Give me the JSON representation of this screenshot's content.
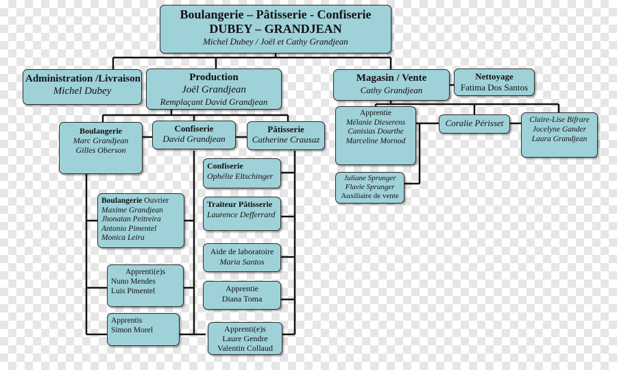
{
  "top": {
    "title": "Boulangerie – Pâtisserie - Confiserie",
    "subtitle": "DUBEY – GRANDJEAN",
    "owners": "Michel Dubey / Joël et Cathy Grandjean"
  },
  "admin": {
    "title": "Administration /Livraison",
    "name": "Michel Dubey"
  },
  "production": {
    "title": "Production",
    "name": "Joël Grandjean",
    "replacement": "Remplaçant David Grandjean"
  },
  "magasin": {
    "title": "Magasin / Vente",
    "name": "Cathy Grandjean"
  },
  "nettoyage": {
    "title": "Nettoyage",
    "name": "Fatima Dos Santos"
  },
  "boulangerie": {
    "title": "Boulangerie",
    "names": [
      "Marc Grandjean",
      "Gilles Oberson"
    ]
  },
  "confiserie_top": {
    "title": "Confiserie",
    "name": "David Grandjean"
  },
  "patisserie": {
    "title": "Pâtisserie",
    "name": "Catherine Crausaz"
  },
  "apprentie_vente": {
    "title": "Apprentie",
    "names": [
      "Mélanie Dieserens",
      "Canisias Dourthe",
      "Marceline Mornod"
    ]
  },
  "coralie": {
    "name": "Coralie Périsset"
  },
  "claire": {
    "names": [
      "Claire-Lise Bifrare",
      "Jocelyne Gander",
      "Laura Grandjean"
    ]
  },
  "auxiliaire": {
    "names": [
      "Juliane Sprunger",
      "Flavie Sprunger"
    ],
    "role": "Auxiliaire de vente"
  },
  "boul_ouvrier": {
    "title": "Boulangerie",
    "title_rest": " Ouvrier",
    "names": [
      "Maxime Grandjean",
      "Jhonatan Peitreira",
      "Antonio Pimentel",
      "Monica Leira"
    ]
  },
  "apprentis_boul": {
    "title": "Apprenti(e)s",
    "names": [
      "Nuno Mendes",
      "Luis Pimentel"
    ]
  },
  "apprentis_simon": {
    "title": "Apprentis",
    "name": "Simon Morel"
  },
  "confiserie_sub": {
    "title": "Confiserie",
    "name": "Ophélie Eltschinger"
  },
  "traiteur": {
    "title": "Traiteur Pâtisserie",
    "name": "Laurence Defferrard"
  },
  "aide_labo": {
    "title": "Aide de laboratoire",
    "name": "Maria Santos"
  },
  "apprentie_diana": {
    "title": "Apprentie",
    "name": "Diana Toma"
  },
  "apprentis_pat": {
    "title": "Apprenti(e)s",
    "names": [
      "Laure Gendre",
      "Valentin Collaud"
    ]
  }
}
